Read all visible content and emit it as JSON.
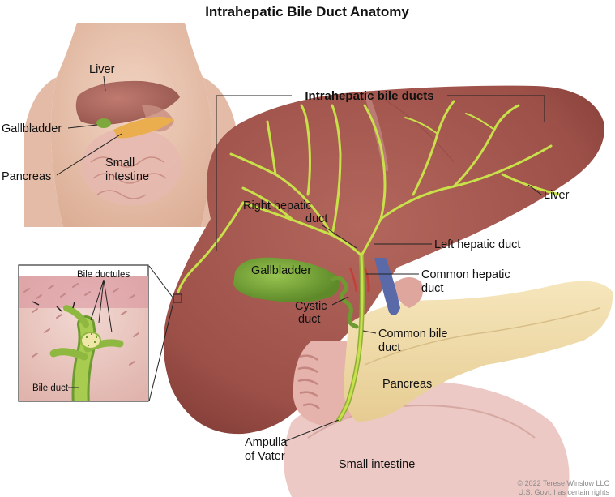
{
  "title": "Intrahepatic Bile Duct Anatomy",
  "labels": {
    "body_liver": "Liver",
    "body_gallbladder": "Gallbladder",
    "body_pancreas": "Pancreas",
    "body_small_intestine_1": "Small",
    "body_small_intestine_2": "intestine",
    "intrahepatic_bile_ducts": "Intrahepatic bile ducts",
    "liver": "Liver",
    "right_hepatic_duct_1": "Right hepatic",
    "right_hepatic_duct_2": "duct",
    "left_hepatic_duct": "Left hepatic duct",
    "gallbladder": "Gallbladder",
    "common_hepatic_duct_1": "Common hepatic",
    "common_hepatic_duct_2": "duct",
    "cystic_duct_1": "Cystic",
    "cystic_duct_2": "duct",
    "common_bile_duct_1": "Common bile",
    "common_bile_duct_2": "duct",
    "pancreas": "Pancreas",
    "ampulla_1": "Ampulla",
    "ampulla_2": "of Vater",
    "small_intestine": "Small intestine",
    "inset_bile_ductules": "Bile ductules",
    "inset_bile_duct": "Bile duct"
  },
  "copyright_1": "© 2022 Terese Winslow LLC",
  "copyright_2": "U.S. Govt. has certain rights",
  "colors": {
    "liver": "#a0544c",
    "bile_duct": "#c8e04a",
    "gallbladder": "#7ea83c",
    "pancreas": "#f0dca8",
    "small_intestine": "#e8c8c4",
    "skin": "#e8c4b0"
  }
}
